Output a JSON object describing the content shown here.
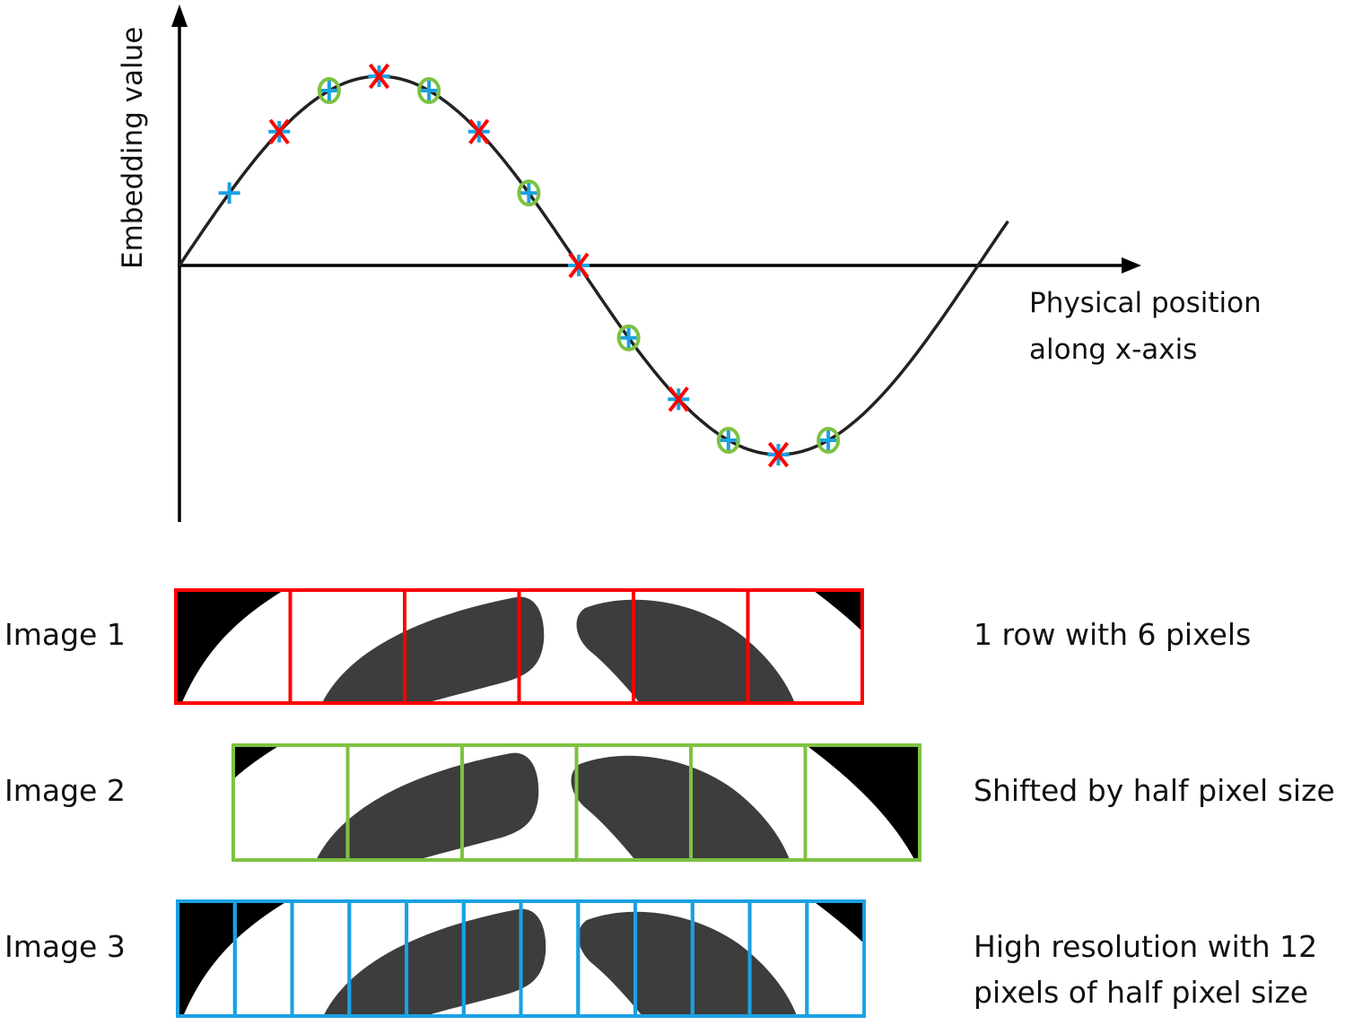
{
  "plot": {
    "y_axis_label": "Embedding value",
    "x_axis_label_line1": "Physical position",
    "x_axis_label_line2": "along x-axis"
  },
  "chart_data": {
    "type": "scatter",
    "curve": "sine",
    "series": [
      {
        "marker": "+",
        "color": "#1ba1e2",
        "x": [
          0.5,
          1,
          1.5,
          2,
          2.5,
          3,
          3.5,
          4,
          4.5,
          5,
          5.5,
          6,
          6.5
        ]
      },
      {
        "marker": "x",
        "color": "#ff0000",
        "x": [
          1,
          2,
          3,
          4,
          5,
          6
        ]
      },
      {
        "marker": "o",
        "color": "#7dc242",
        "x": [
          1.5,
          2.5,
          3.5,
          4.5,
          5.5,
          6.5
        ]
      }
    ]
  },
  "images": [
    {
      "label": "Image 1",
      "description": "1 row with 6 pixels",
      "color": "#ff0000",
      "pixels": 6
    },
    {
      "label": "Image 2",
      "description": "Shifted by half pixel size",
      "color": "#7dc242",
      "pixels": 6
    },
    {
      "label": "Image 3",
      "description_line1": "High resolution with 12",
      "description_line2": "pixels of half pixel size",
      "color": "#1ba1e2",
      "pixels": 12
    }
  ]
}
